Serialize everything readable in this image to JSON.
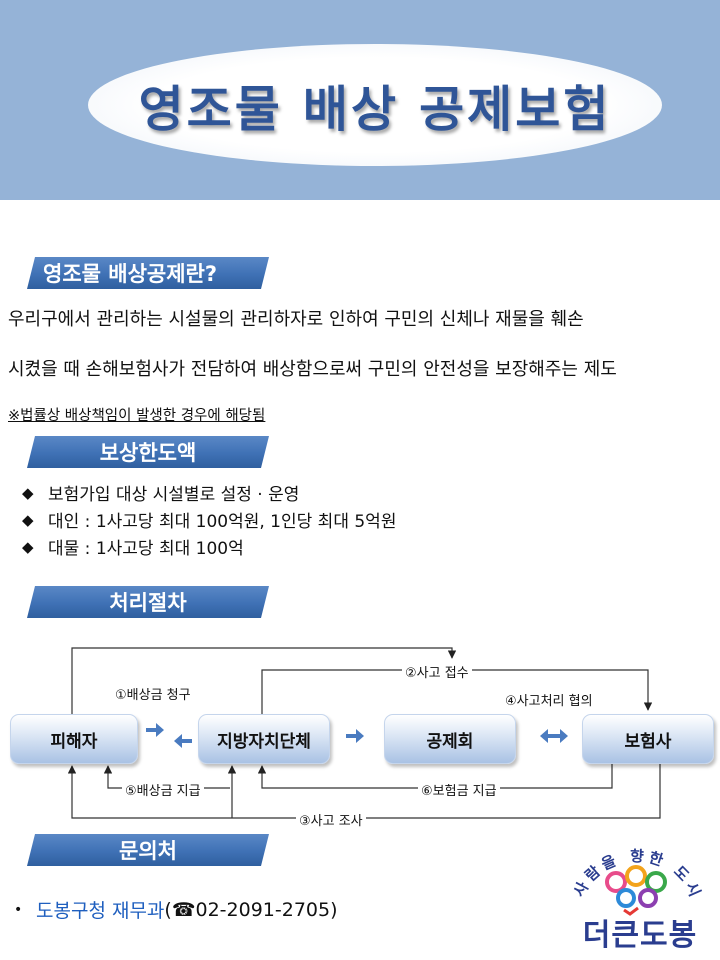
{
  "header": {
    "title": "영조물 배상 공제보험"
  },
  "section1": {
    "heading": "영조물 배상공제란?",
    "line1": "우리구에서 관리하는 시설물의 관리하자로 인하여 구민의 신체나 재물을 훼손",
    "line2": "시켰을 때 손해보험사가 전담하여 배상함으로써 구민의 안전성을 보장해주는 제도",
    "note": "※법률상 배상책임이 발생한 경우에 해당됨"
  },
  "section2": {
    "heading": "보상한도액",
    "bullet_glyph": "◆",
    "items": [
      "보험가입 대상 시설별로 설정 · 운영",
      "대인 : 1사고당 최대 100억원, 1인당 최대 5억원",
      "대물 : 1사고당 최대 100억"
    ]
  },
  "section3": {
    "heading": "처리절차",
    "nodes": [
      "피해자",
      "지방자치단체",
      "공제회",
      "보험사"
    ],
    "steps": {
      "s1": "①배상금 청구",
      "s2": "②사고 접수",
      "s3": "③사고 조사",
      "s4": "④사고처리 협의",
      "s5": "⑤배상금 지급",
      "s6": "⑥보험금 지급"
    }
  },
  "section4": {
    "heading": "문의처",
    "bullet": "•",
    "department": "도봉구청 재무과",
    "phone_open": "(",
    "phone_icon": "☎",
    "phone": " 02-2091-2705)"
  },
  "logo": {
    "slogan": "사람을 향한 도시",
    "name": "더큰도봉"
  },
  "colors": {
    "header_band": "#95b3d7",
    "title_text": "#2f5597",
    "banner": "#3f71b5",
    "flow_arrow": "#4a7bc0",
    "contact_dept": "#1f5fbf"
  }
}
